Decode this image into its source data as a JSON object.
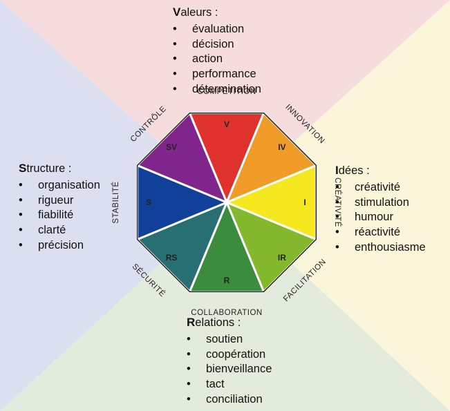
{
  "blocks": {
    "valeurs": {
      "initial": "V",
      "rest": "aleurs :",
      "items": [
        "évaluation",
        "décision",
        "action",
        "performance",
        "détermination"
      ]
    },
    "structure": {
      "initial": "S",
      "rest": "tructure :",
      "items": [
        "organisation",
        "rigueur",
        "fiabilité",
        "clarté",
        "précision"
      ]
    },
    "idees": {
      "initial": "I",
      "rest": "dées :",
      "items": [
        "créativité",
        "stimulation",
        "humour",
        "réactivité",
        "enthousiasme"
      ]
    },
    "relations": {
      "initial": "R",
      "rest": "elations :",
      "items": [
        "soutien",
        "coopération",
        "bienveillance",
        "tact",
        "conciliation"
      ]
    }
  },
  "wheel": {
    "segments": [
      {
        "code": "V",
        "color": "#e0322d"
      },
      {
        "code": "IV",
        "color": "#f19c29"
      },
      {
        "code": "I",
        "color": "#f6e81f"
      },
      {
        "code": "IR",
        "color": "#84b82d"
      },
      {
        "code": "R",
        "color": "#3c8c3e"
      },
      {
        "code": "RS",
        "color": "#276f73"
      },
      {
        "code": "S",
        "color": "#10409a"
      },
      {
        "code": "SV",
        "color": "#80258c"
      }
    ],
    "outer_labels": [
      "COMPÉTITION",
      "INNOVATION",
      "CRÉATIVITÉ",
      "FACILITATION",
      "COLLABORATION",
      "SÉCURITÉ",
      "STABILITÉ",
      "CONTRÔLE"
    ]
  },
  "background": {
    "top": "#f6dcdc",
    "right": "#fbf6d9",
    "bottom": "#e3ebdd",
    "left": "#dbdff0"
  }
}
